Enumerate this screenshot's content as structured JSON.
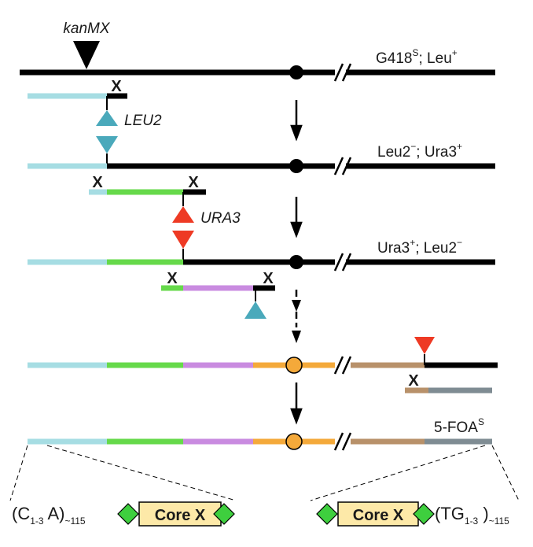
{
  "labels": {
    "kanmx": "kanMX",
    "leu2_gene": "LEU2",
    "ura3_gene": "URA3",
    "row1_status": {
      "a": "G418",
      "a_sup": "S",
      "b": "; Leu",
      "b_sup": "+"
    },
    "row2_status": {
      "a": "Leu2",
      "a_sup": "−",
      "b": "; Ura3",
      "b_sup": "+"
    },
    "row3_status": {
      "a": "Ura3",
      "a_sup": "+",
      "b": "; Leu2",
      "b_sup": "−"
    },
    "row5_status": {
      "a": "5-FOA",
      "a_sup": "S"
    },
    "cross": "X",
    "left_end": {
      "open": "(C",
      "sub": "1-3",
      "mid": " A)",
      "tail_sub": "~115"
    },
    "right_end": {
      "open": "(TG",
      "sub": "1-3",
      "mid": " )",
      "tail_sub": "~115"
    },
    "core_x": "Core X"
  },
  "colors": {
    "chromosome": "#000000",
    "light_blue": "#a6dde3",
    "green": "#66d94a",
    "purple": "#c98be0",
    "orange": "#f4a93a",
    "tan": "#b8916a",
    "gray": "#7f8c93",
    "teal_marker": "#4aa9bb",
    "red_marker": "#ee3a24",
    "core_fill": "#fde9a8",
    "diamond": "#3ecf3e"
  }
}
